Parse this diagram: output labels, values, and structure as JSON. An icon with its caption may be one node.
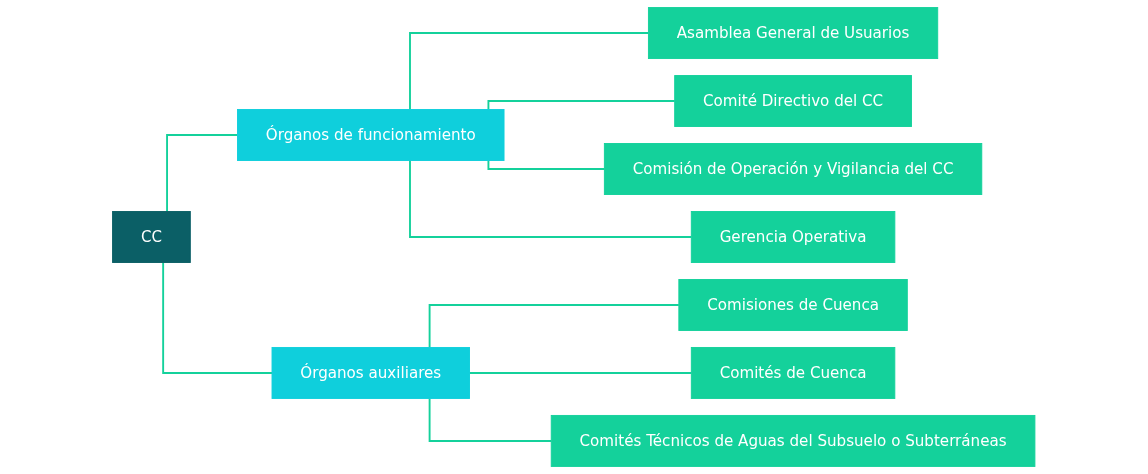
{
  "diagram": {
    "nodes": [
      {
        "text": [
          "CC"
        ]
      },
      {
        "text": [
          "Órganos de funcionamiento"
        ]
      },
      {
        "text": [
          "Órganos auxiliares"
        ]
      },
      {
        "text": [
          "Asamblea General de Usuarios"
        ]
      },
      {
        "text": [
          "Comité Directivo del CC"
        ]
      },
      {
        "text": [
          "Comisión de Operación y Vigilancia del CC"
        ]
      },
      {
        "text": [
          "Gerencia Operativa"
        ]
      },
      {
        "text": [
          "Comisiones de Cuenca"
        ]
      },
      {
        "text": [
          "Comités de Cuenca"
        ]
      },
      {
        "text": [
          "Comités Técnicos de Aguas del Subsuelo o Subterráneas"
        ]
      }
    ],
    "edges": [
      {
        "from": 0,
        "to": 1,
        "arrow": "none"
      },
      {
        "from": 0,
        "to": 2,
        "arrow": "none"
      },
      {
        "from": 1,
        "to": 3,
        "arrow": "none"
      },
      {
        "from": 1,
        "to": 4,
        "arrow": "none"
      },
      {
        "from": 1,
        "to": 5,
        "arrow": "none"
      },
      {
        "from": 1,
        "to": 6,
        "arrow": "none"
      },
      {
        "from": 2,
        "to": 7,
        "arrow": "none"
      },
      {
        "from": 2,
        "to": 8,
        "arrow": "none"
      },
      {
        "from": 2,
        "to": 9,
        "arrow": "none"
      }
    ]
  }
}
